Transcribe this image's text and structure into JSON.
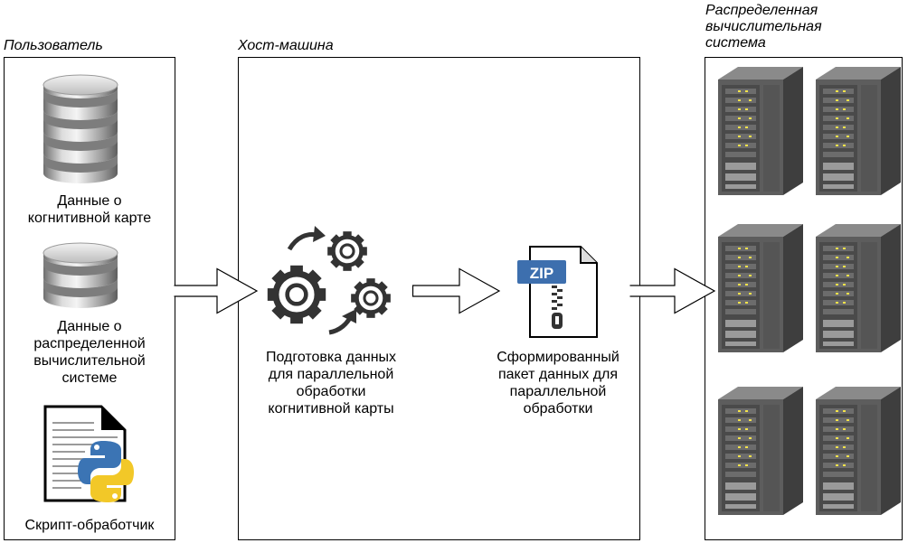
{
  "user": {
    "title": "Пользователь",
    "items": [
      "Данные о\nкогнитивной карте",
      "Данные о\nраспределенной\nвычислительной\nсистеме",
      "Скрипт-обработчик"
    ]
  },
  "host": {
    "title": "Хост-машина",
    "process_label": "Подготовка данных\nдля параллельной\nобработки\nкогнитивной карты",
    "zip_badge": "ZIP",
    "package_label": "Сформированный\nпакет данных для\nпараллельной\nобработки"
  },
  "cluster": {
    "title": "Распределенная\nвычислительная\nсистема",
    "servers": [
      "server",
      "server",
      "server",
      "server",
      "server",
      "server"
    ]
  },
  "icons": [
    "database-icon",
    "python-script-icon",
    "gears-icon",
    "zip-file-icon",
    "server-rack-icon",
    "arrow-icon"
  ],
  "colors": {
    "zip_blue": "#3d6fae",
    "python_blue": "#3b74b4",
    "python_yellow": "#f2c828",
    "server_gray": "#5d5d5d",
    "led_yellow": "#f2e24a"
  }
}
